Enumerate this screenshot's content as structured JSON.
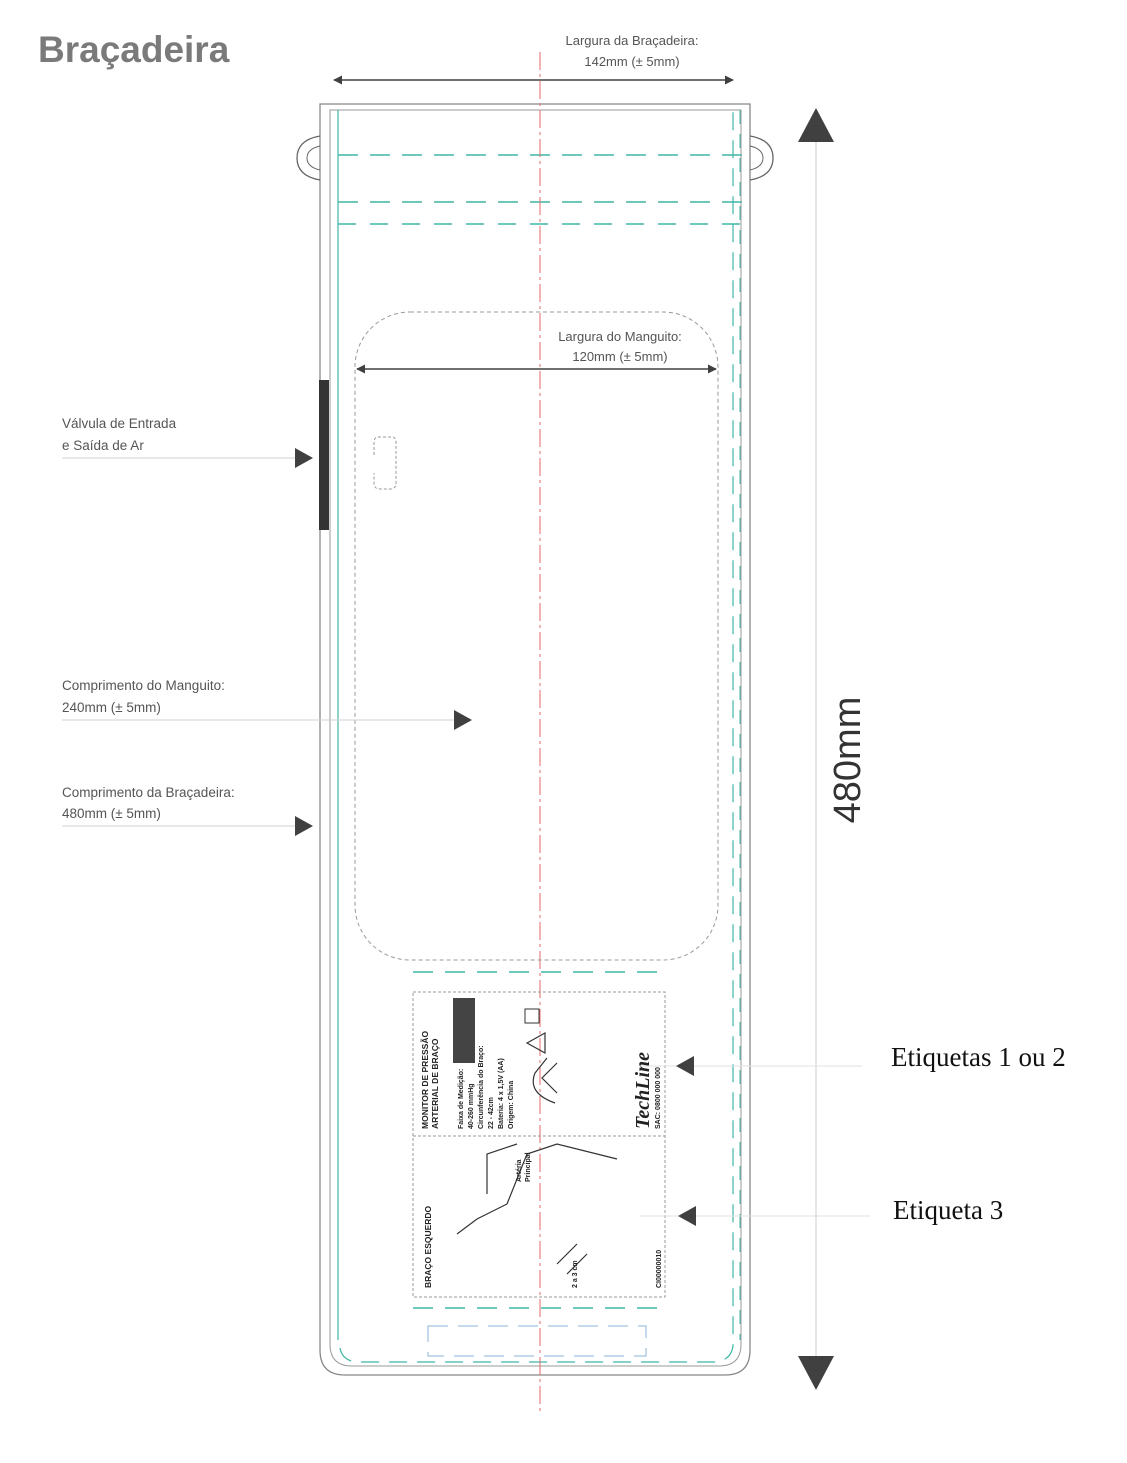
{
  "title": "Braçadeira",
  "dimensions": {
    "cuff_width_line1": "Largura da Braçadeira:",
    "cuff_width_line2": "142mm (± 5mm)",
    "bladder_width_line1": "Largura do Manguito:",
    "bladder_width_line2": "120mm (± 5mm)",
    "total_length": "480mm"
  },
  "callouts": {
    "valve_line1": "Válvula de Entrada",
    "valve_line2": "e Saída de Ar",
    "bladder_length_line1": "Comprimento do Manguito:",
    "bladder_length_line2": "240mm (± 5mm)",
    "cuff_length_line1": "Comprimento da Braçadeira:",
    "cuff_length_line2": "480mm (± 5mm)",
    "labels_1_2": "Etiquetas 1 ou 2",
    "label_3": "Etiqueta 3"
  },
  "label_top": {
    "heading1": "MONITOR DE PRESSÃO",
    "heading2": "ARTERIAL DE BRAÇO",
    "line1": "Faixa de Medição:",
    "line2": "40-260 mmHg",
    "line3": "Circunferência do Braço:",
    "line4": "22 - 42cm",
    "line5": "Bateria: 4 x 1,5V (AA)",
    "line6": "Origem: China",
    "brand": "TechLine",
    "sac": "SAC: 0800 000 000"
  },
  "label_bottom": {
    "heading": "BRAÇO ESQUERDO",
    "artery1": "Artéria",
    "artery2": "Principal",
    "distance": "2 a 3 cm",
    "code": "CI00000010"
  },
  "colors": {
    "outline": "#777777",
    "stitch": "#3fb7a6",
    "center_line": "#e06a6a",
    "arrow": "#404040",
    "valve": "#333333"
  }
}
